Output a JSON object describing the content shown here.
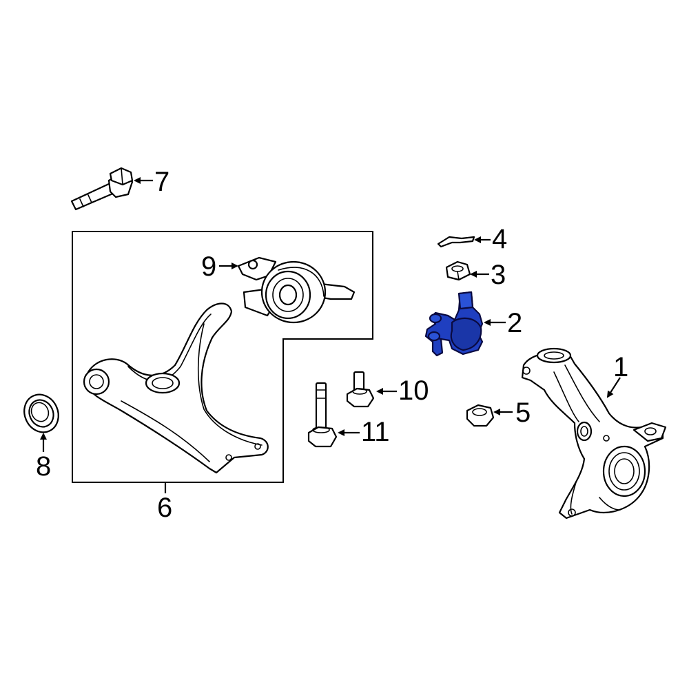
{
  "callouts": [
    {
      "id": "1",
      "label": "1"
    },
    {
      "id": "2",
      "label": "2"
    },
    {
      "id": "3",
      "label": "3"
    },
    {
      "id": "4",
      "label": "4"
    },
    {
      "id": "5",
      "label": "5"
    },
    {
      "id": "6",
      "label": "6"
    },
    {
      "id": "7",
      "label": "7"
    },
    {
      "id": "8",
      "label": "8"
    },
    {
      "id": "9",
      "label": "9"
    },
    {
      "id": "10",
      "label": "10"
    },
    {
      "id": "11",
      "label": "11"
    }
  ],
  "colors": {
    "line": "#000000",
    "highlight": "#1f3fc0",
    "highlight_dark": "#0a0a40",
    "background": "#ffffff"
  },
  "highlighted_part": "2"
}
